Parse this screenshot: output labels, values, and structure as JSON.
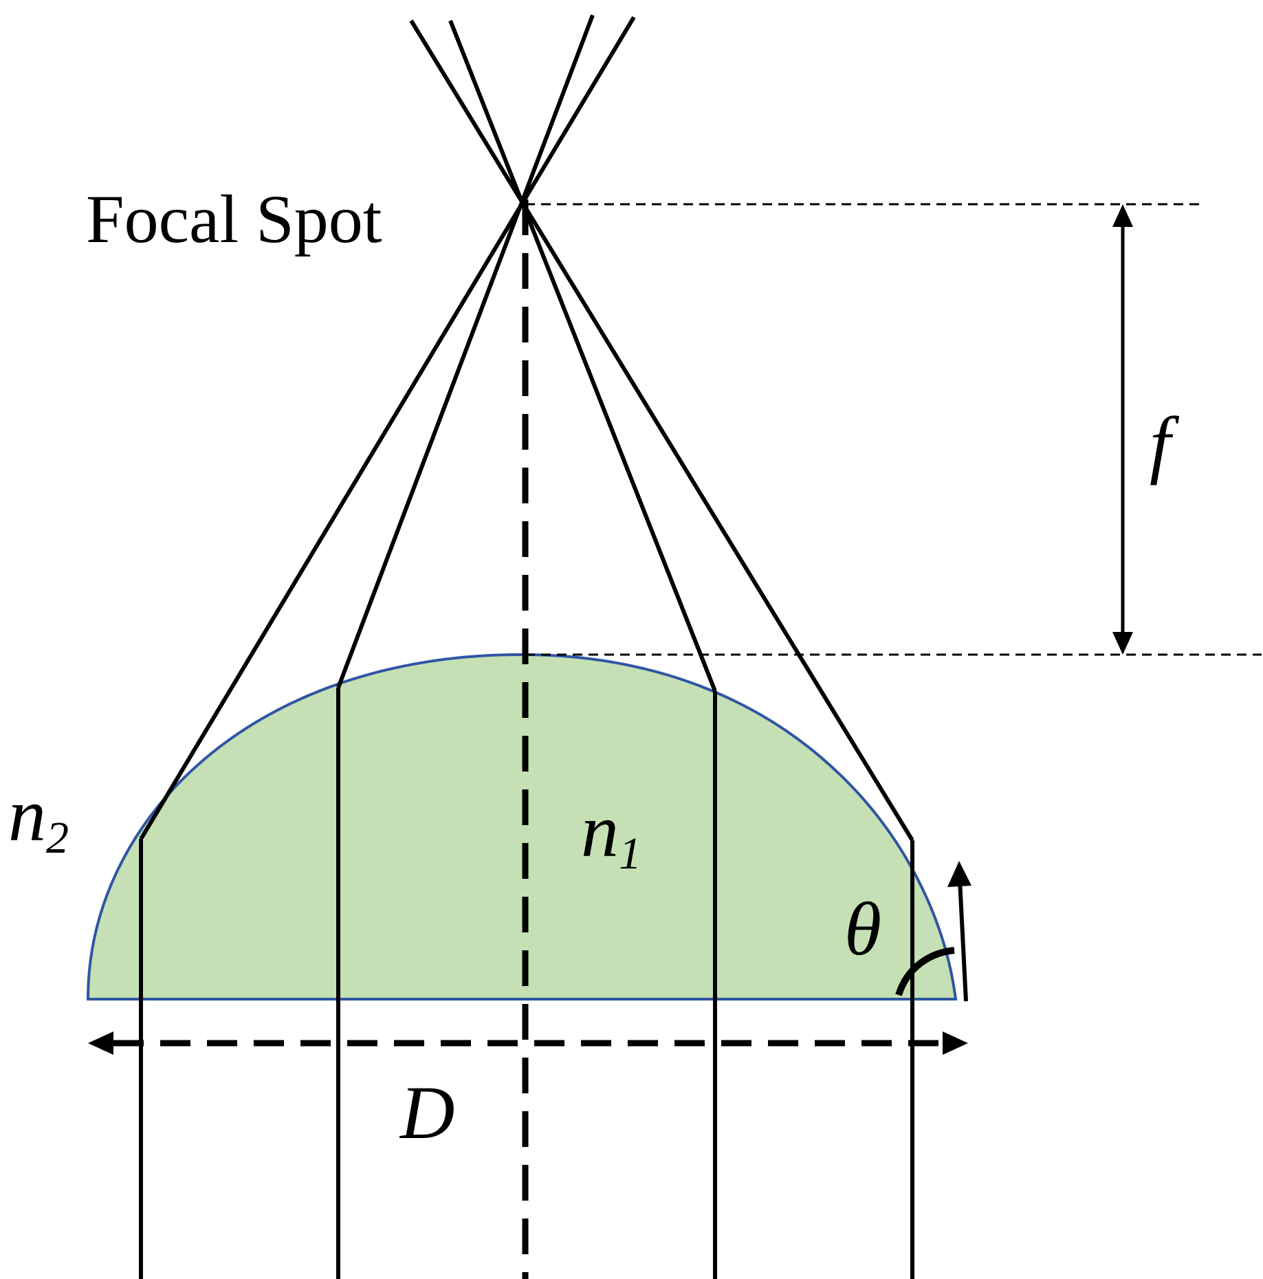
{
  "labels": {
    "focal_spot": "Focal Spot",
    "focal_length": "f",
    "medium_outside": "n",
    "medium_outside_sub": "2",
    "medium_inside": "n",
    "medium_inside_sub": "1",
    "angle": "θ",
    "diameter": "D"
  },
  "colors": {
    "lens_fill": "#c5e0b4",
    "lens_edge": "#2f55a4",
    "ray": "#000000"
  }
}
